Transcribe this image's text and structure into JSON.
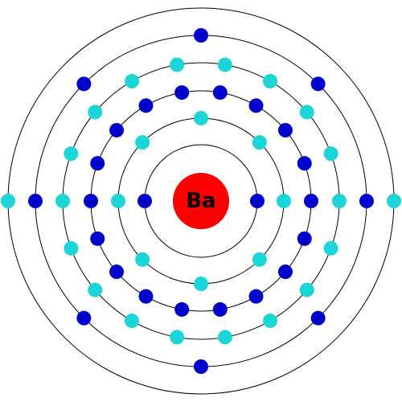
{
  "element": {
    "symbol": "Ba"
  },
  "colors": {
    "nucleus": "#ff0000",
    "electron_dark": "#0000cc",
    "electron_light": "#1ad6d6",
    "shell_stroke": "#000000",
    "label": "#000000"
  },
  "shells": [
    {
      "electrons": 2,
      "color": "electron_dark"
    },
    {
      "electrons": 8,
      "color": "electron_light"
    },
    {
      "electrons": 18,
      "color": "electron_dark"
    },
    {
      "electrons": 18,
      "color": "electron_light"
    },
    {
      "electrons": 8,
      "color": "electron_dark"
    },
    {
      "electrons": 2,
      "color": "electron_light"
    }
  ]
}
